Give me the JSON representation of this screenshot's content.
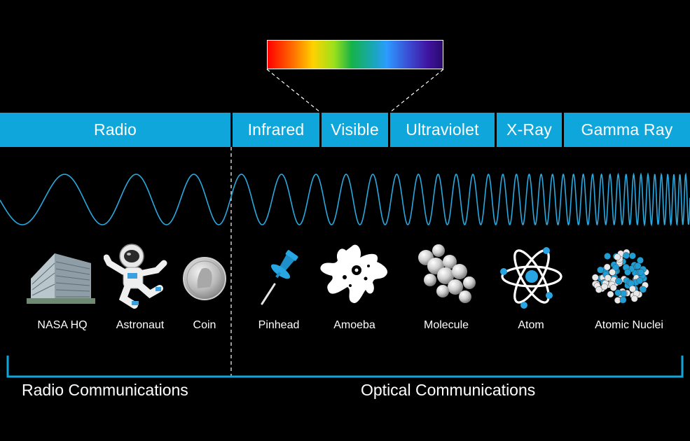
{
  "bands": [
    {
      "label": "Radio"
    },
    {
      "label": "Infrared"
    },
    {
      "label": "Visible"
    },
    {
      "label": "Ultraviolet"
    },
    {
      "label": "X-Ray"
    },
    {
      "label": "Gamma Ray"
    }
  ],
  "objects": [
    {
      "label": "NASA HQ",
      "icon": "building-icon"
    },
    {
      "label": "Astronaut",
      "icon": "astronaut-icon"
    },
    {
      "label": "Coin",
      "icon": "coin-icon"
    },
    {
      "label": "Pinhead",
      "icon": "pushpin-icon"
    },
    {
      "label": "Amoeba",
      "icon": "amoeba-icon"
    },
    {
      "label": "Molecule",
      "icon": "molecule-icon"
    },
    {
      "label": "Atom",
      "icon": "atom-icon"
    },
    {
      "label": "Atomic Nuclei",
      "icon": "nuclei-icon"
    }
  ],
  "communications": {
    "radio": "Radio Communications",
    "optical": "Optical Communications"
  },
  "colors": {
    "accent": "#0fa6dc",
    "wave": "#29a9e0",
    "background": "#000000"
  }
}
